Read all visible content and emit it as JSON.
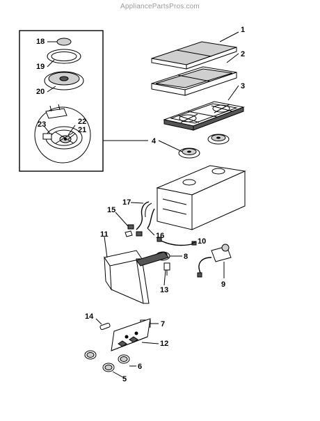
{
  "watermark": "AppliancePartsPros.com",
  "callouts": {
    "c1": "1",
    "c2": "2",
    "c3": "3",
    "c4": "4",
    "c5": "5",
    "c6": "6",
    "c7": "7",
    "c8": "8",
    "c9": "9",
    "c10": "10",
    "c11": "11",
    "c12": "12",
    "c13": "13",
    "c14": "14",
    "c15": "15",
    "c16": "16",
    "c17": "17",
    "c18": "18",
    "c19": "19",
    "c20": "20",
    "c21": "21",
    "c22": "22",
    "c23": "23"
  }
}
